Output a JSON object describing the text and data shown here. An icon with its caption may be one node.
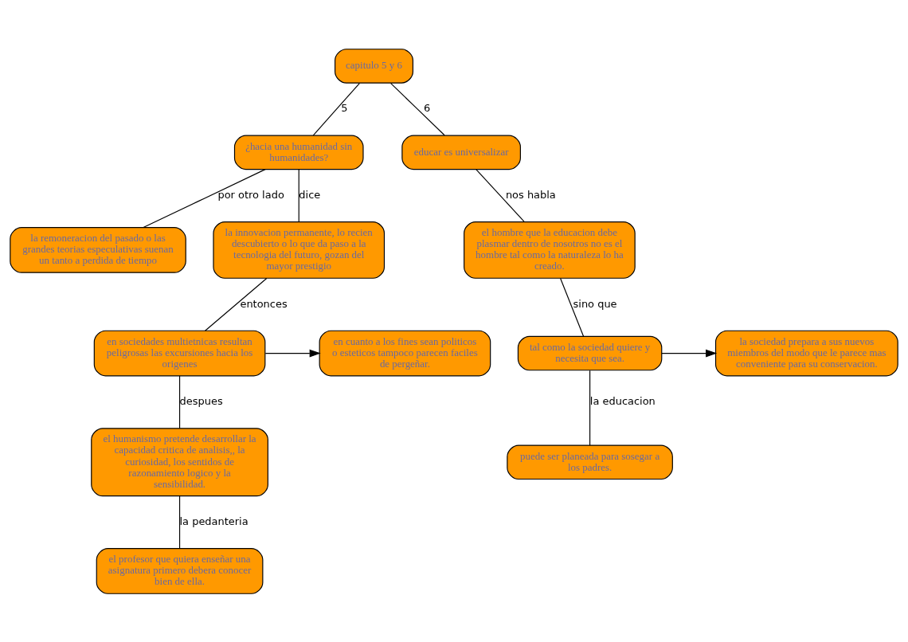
{
  "diagram": {
    "nodes": [
      {
        "text": [
          "capitulo 5 y 6"
        ]
      },
      {
        "text": [
          "¿hacia una humanidad sin humanidades?"
        ]
      },
      {
        "text": [
          "educar es universalizar"
        ]
      },
      {
        "text": [
          "la remoneracion del pasado o las grandes teorias especulativas suenan un tanto a perdida de tiempo"
        ]
      },
      {
        "text": [
          "la innovacion permanente, lo recien descubierto o lo que da paso a la tecnologia del futuro, gozan del mayor prestigio"
        ]
      },
      {
        "text": [
          "el hombre que la educacion debe plasmar dentro de nosotros no es el hombre tal como la naturaleza lo ha creado."
        ]
      },
      {
        "text": [
          "en cuanto a los fines sean politicos o esteticos tampoco parecen faciles de pergeñar."
        ]
      },
      {
        "text": [
          "en sociedades multietnicas resultan peligrosas las excursiones hacia los origenes"
        ]
      },
      {
        "text": [
          "tal como la sociedad quiere y necesita que sea."
        ]
      },
      {
        "text": [
          "la sociedad prepara a sus nuevos miembros del modo que le parece mas conveniente para su conservacion."
        ]
      },
      {
        "text": [
          "el humanismo pretende desarrollar la capacidad critica de analisis,, la curiosidad, los sentidos de razonamiento logico y la sensibilidad."
        ]
      },
      {
        "text": [
          "puede ser planeada para sosegar a los padres."
        ]
      },
      {
        "text": [
          "el profesor que quiera enseñar una asignatura primero debera conocer bien de ella."
        ]
      }
    ],
    "edges": [
      {
        "from": 0,
        "to": 1,
        "arrow": "none",
        "label": "5"
      },
      {
        "from": 0,
        "to": 2,
        "arrow": "none",
        "label": "6"
      },
      {
        "from": 1,
        "to": 3,
        "arrow": "none",
        "label": "por otro lado"
      },
      {
        "from": 1,
        "to": 4,
        "arrow": "none",
        "label": "dice"
      },
      {
        "from": 4,
        "to": 7,
        "arrow": "none",
        "label": "entonces"
      },
      {
        "from": 7,
        "to": 6,
        "arrow": "to"
      },
      {
        "from": 7,
        "to": 10,
        "arrow": "none",
        "label": "despues"
      },
      {
        "from": 10,
        "to": 12,
        "arrow": "none",
        "label": "la pedanteria"
      },
      {
        "from": 2,
        "to": 5,
        "arrow": "none",
        "label": "nos habla"
      },
      {
        "from": 5,
        "to": 8,
        "arrow": "none",
        "label": "sino que"
      },
      {
        "from": 8,
        "to": 9,
        "arrow": "to"
      },
      {
        "from": 8,
        "to": 11,
        "arrow": "none",
        "label": "la educacion"
      }
    ]
  }
}
